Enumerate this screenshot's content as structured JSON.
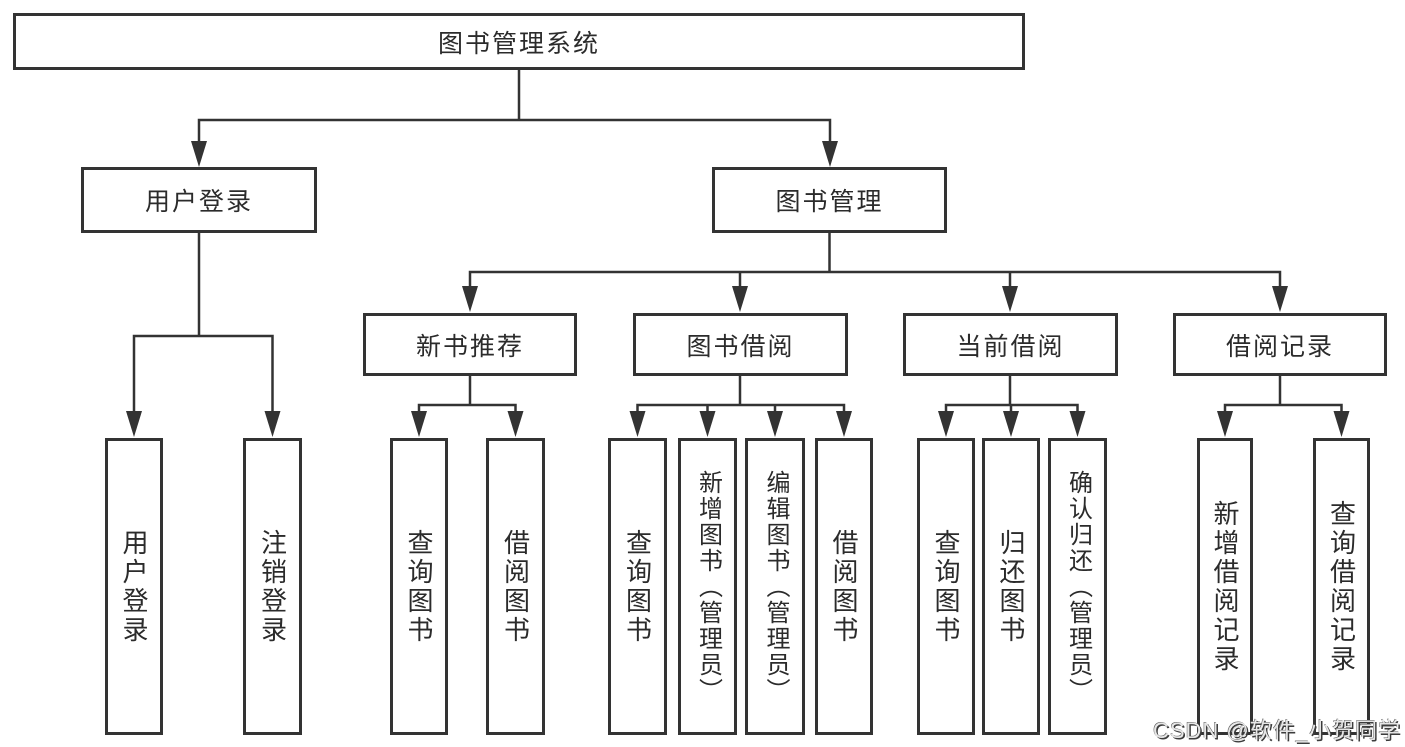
{
  "tree": {
    "root_label": "图书管理系统",
    "user_login": {
      "label": "用户登录",
      "children": [
        "用户登录",
        "注销登录"
      ]
    },
    "book_management": {
      "label": "图书管理",
      "groups": [
        {
          "label": "新书推荐",
          "children": [
            "查询图书",
            "借阅图书"
          ]
        },
        {
          "label": "图书借阅",
          "children": [
            "查询图书",
            "新增图书（管理员）",
            "编辑图书（管理员）",
            "借阅图书"
          ]
        },
        {
          "label": "当前借阅",
          "children": [
            "查询图书",
            "归还图书",
            "确认归还（管理员）"
          ]
        },
        {
          "label": "借阅记录",
          "children": [
            "新增借阅记录",
            "查询借阅记录"
          ]
        }
      ]
    }
  },
  "watermark": {
    "text": "CSDN @软件_小贺同学"
  },
  "colors": {
    "line": "#333333",
    "box_border": "#333333",
    "box_fill": "#ffffff",
    "text": "#2b2b2b",
    "background": "#ffffff",
    "watermark_fill": "#e6e6e6",
    "watermark_shadow": "#3c3c3c"
  }
}
